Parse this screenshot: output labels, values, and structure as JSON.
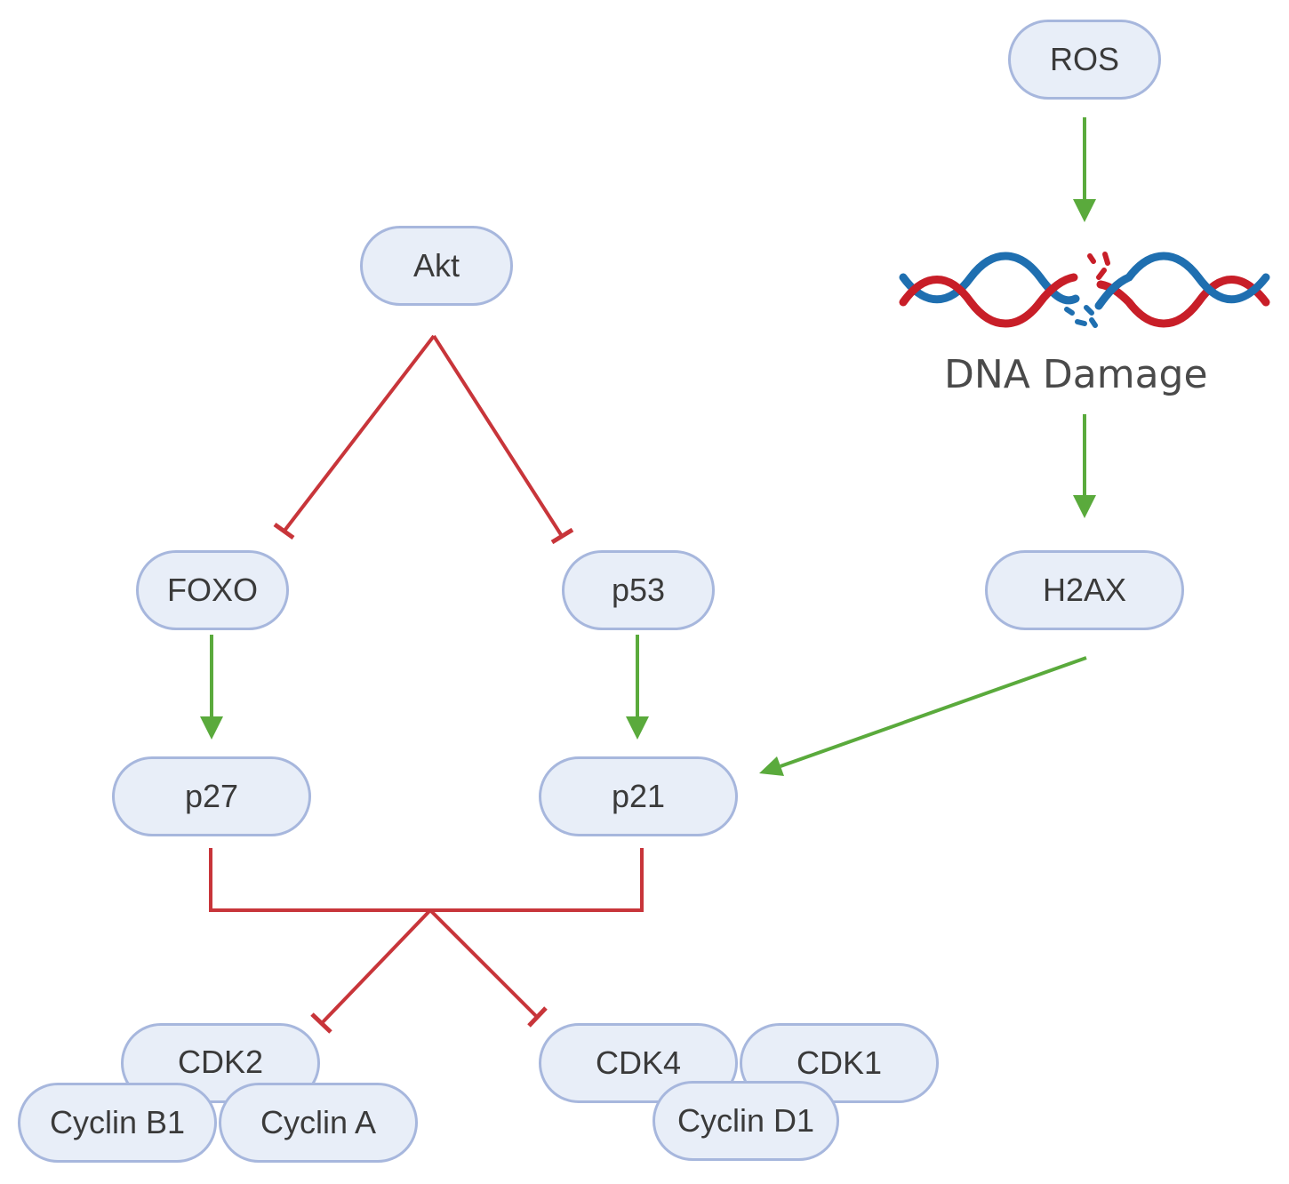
{
  "colors": {
    "activation": "#5aaa3c",
    "inhibition": "#c8353a",
    "node_fill": "#e8eef8",
    "node_border": "#a7b7dd",
    "dna_red": "#c81e28",
    "dna_blue": "#1f6fb0"
  },
  "nodes": {
    "ros": "ROS",
    "akt": "Akt",
    "foxo": "FOXO",
    "p53": "p53",
    "h2ax": "H2AX",
    "p27": "p27",
    "p21": "p21",
    "cdk2": "CDK2",
    "cyclin_b1": "Cyclin B1",
    "cyclin_a": "Cyclin A",
    "cdk4": "CDK4",
    "cdk1": "CDK1",
    "cyclin_d1": "Cyclin D1"
  },
  "labels": {
    "dna_damage": "DNA Damage"
  },
  "icons": {
    "dna": "dna-double-helix-break-icon"
  },
  "edges": [
    {
      "from": "ros",
      "to": "dna_damage",
      "type": "activation"
    },
    {
      "from": "dna_damage",
      "to": "h2ax",
      "type": "activation"
    },
    {
      "from": "h2ax",
      "to": "p21",
      "type": "activation"
    },
    {
      "from": "akt",
      "to": "foxo",
      "type": "inhibition"
    },
    {
      "from": "akt",
      "to": "p53",
      "type": "inhibition"
    },
    {
      "from": "foxo",
      "to": "p27",
      "type": "activation"
    },
    {
      "from": "p53",
      "to": "p21",
      "type": "activation"
    },
    {
      "from": "p27",
      "to": "cdk2-cyclin complex",
      "type": "inhibition"
    },
    {
      "from": "p21",
      "to": "cdk4-cdk1-cyclin complex",
      "type": "inhibition"
    }
  ]
}
